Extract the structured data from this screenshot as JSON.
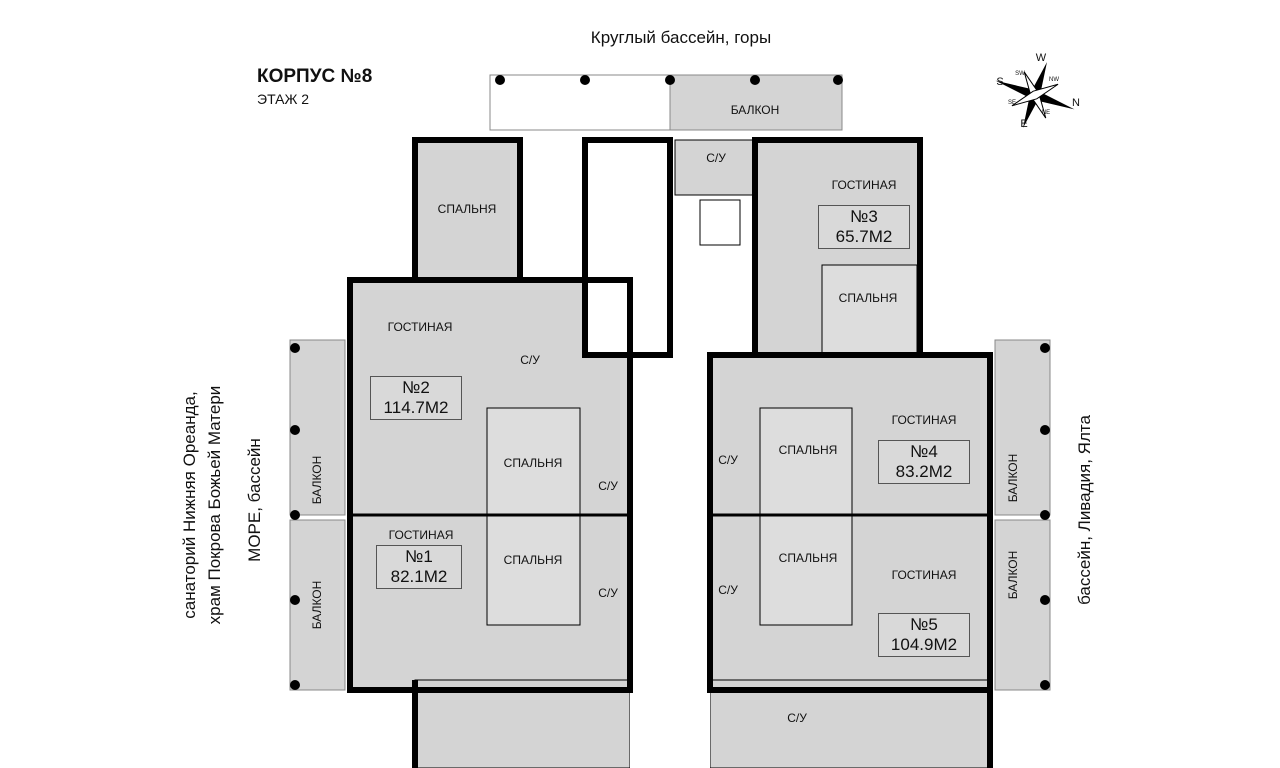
{
  "header": {
    "building": "КОРПУС №8",
    "floor": "ЭТАЖ 2"
  },
  "views": {
    "top": "Круглый бассейн, горы",
    "left_line1": "санаторий Нижняя Ореанда,",
    "left_line2": "храм Покрова Божьей Матери",
    "left_line3": "МОРЕ, бассейн",
    "right": "бассейн, Ливадия, Ялта"
  },
  "compass": {
    "n": "N",
    "s": "S",
    "e": "E",
    "w": "W",
    "nw": "NW",
    "ne": "NE",
    "sw": "SW",
    "se": "SE"
  },
  "rooms": {
    "balcony": "БАЛКОН",
    "bedroom": "СПАЛЬНЯ",
    "living": "ГОСТИНАЯ",
    "bath": "С/У"
  },
  "apartments": [
    {
      "number": "№1",
      "area": "82.1М2"
    },
    {
      "number": "№2",
      "area": "114.7М2"
    },
    {
      "number": "№3",
      "area": "65.7М2"
    },
    {
      "number": "№4",
      "area": "83.2М2"
    },
    {
      "number": "№5",
      "area": "104.9М2"
    }
  ],
  "colors": {
    "room": "#d4d4d4",
    "wall": "#000000"
  }
}
